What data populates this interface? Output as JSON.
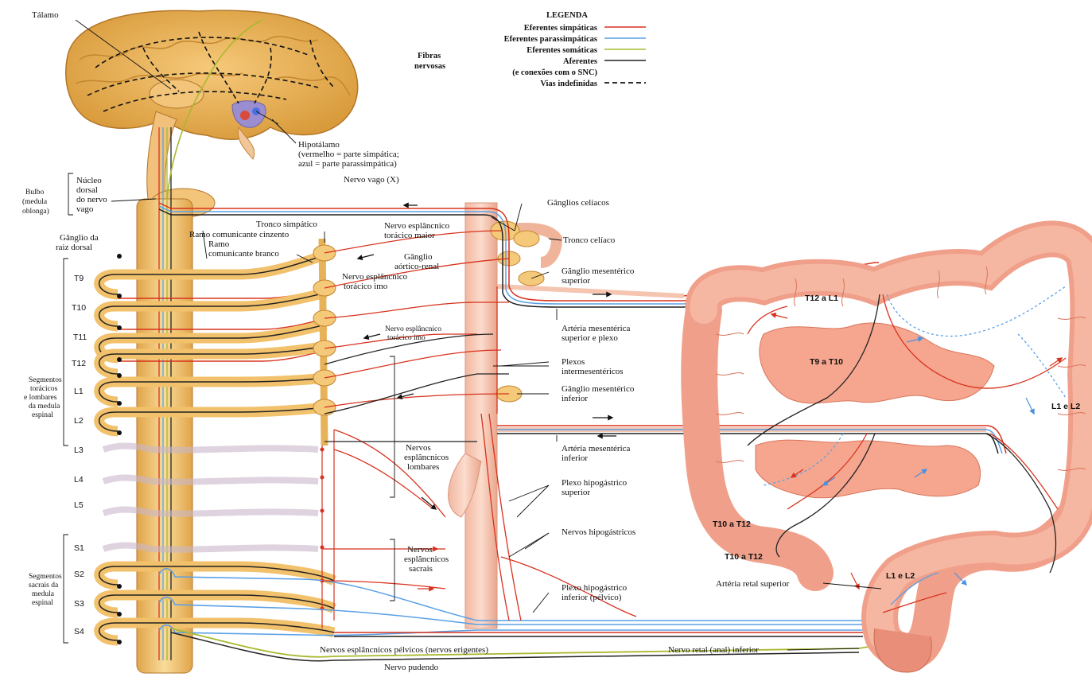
{
  "legend": {
    "title": "LEGENDA",
    "group_label_1": "Fibras",
    "group_label_2": "nervosas",
    "items": [
      {
        "label": "Eferentes simpáticas",
        "color": "#d8321e"
      },
      {
        "label": "Eferentes parassimpáticas",
        "color": "#5aa0e6"
      },
      {
        "label": "Eferentes somáticas",
        "color": "#a9b82e"
      },
      {
        "label": "Aferentes",
        "color": "#222222"
      },
      {
        "label": "(e conexões com o SNC)",
        "color": ""
      },
      {
        "label": "Vias indefinidas",
        "color": "#111111"
      }
    ]
  },
  "labels": {
    "talamo": "Tálamo",
    "hipotalamo_1": "Hipotálamo",
    "hipotalamo_2": "(vermelho = parte simpática;",
    "hipotalamo_3": "azul = parte parassimpática)",
    "nervo_vago": "Nervo vago (X)",
    "bulbo_1": "Bulbo",
    "bulbo_2": "(medula",
    "bulbo_3": "oblonga)",
    "nucleo_1": "Núcleo",
    "nucleo_2": "dorsal",
    "nucleo_3": "do nervo",
    "nucleo_4": "vago",
    "tronco_simpatico": "Tronco simpático",
    "esplancnico_maior_1": "Nervo esplâncnico",
    "esplancnico_maior_2": "torácico maior",
    "ganglios_celiacos": "Gânglios celíacos",
    "tronco_celiaco": "Tronco celíaco",
    "ganglio_raiz_1": "Gânglio da",
    "ganglio_raiz_2": "raiz dorsal",
    "ramo_cinzento": "Ramo comunicante cinzento",
    "ramo_branco_1": "Ramo",
    "ramo_branco_2": "comunicante branco",
    "ganglio_aortico_1": "Gânglio",
    "ganglio_aortico_2": "aórtico-renal",
    "esplancnico_imo_1": "Nervo esplâncnico",
    "esplancnico_imo_2": "torácico imo",
    "mesenterico_sup_1": "Gânglio mesentérico",
    "mesenterico_sup_2": "superior",
    "art_mes_sup_1": "Artéria mesentérica",
    "art_mes_sup_2": "superior e plexo",
    "esplancnico_imo_b_1": "Nervo esplâncnico",
    "esplancnico_imo_b_2": "torácico imo",
    "plexos_inter_1": "Plexos",
    "plexos_inter_2": "intermesentéricos",
    "mesenterico_inf_1": "Gânglio mesentérico",
    "mesenterico_inf_2": "inferior",
    "segmentos_tl_1": "Segmentos",
    "segmentos_tl_2": "torácicos",
    "segmentos_tl_3": "e lombares",
    "segmentos_tl_4": "da medula",
    "segmentos_tl_5": "espinal",
    "esplancnicos_lomb_1": "Nervos",
    "esplancnicos_lomb_2": "esplâncnicos",
    "esplancnicos_lomb_3": "lombares",
    "art_mes_inf_1": "Artéria mesentérica",
    "art_mes_inf_2": "inferior",
    "hipogastrico_sup_1": "Plexo hipogástrico",
    "hipogastrico_sup_2": "superior",
    "nervos_hipogastricos": "Nervos hipogástricos",
    "esplancnicos_sacrais_1": "Nervos",
    "esplancnicos_sacrais_2": "esplâncnicos",
    "esplancnicos_sacrais_3": "sacrais",
    "segmentos_sac_1": "Segmentos",
    "segmentos_sac_2": "sacrais da",
    "segmentos_sac_3": "medula",
    "segmentos_sac_4": "espinal",
    "hipogastrico_inf_1": "Plexo hipogástrico",
    "hipogastrico_inf_2": "inferior (pélvico)",
    "arteria_retal": "Artéria retal superior",
    "nervo_retal": "Nervo retal (anal) inferior",
    "esplancnicos_pelvicos": "Nervos esplâncnicos pélvicos (nervos erigentes)",
    "nervo_pudendo": "Nervo pudendo",
    "colon_t12_l1": "T12 a L1",
    "colon_t9_t10": "T9 a T10",
    "colon_l1_l2_a": "L1 e L2",
    "colon_t10_t12_a": "T10 a T12",
    "colon_t10_t12_b": "T10 a T12",
    "colon_l1_l2_b": "L1 e L2"
  },
  "segments": [
    "T9",
    "T10",
    "T11",
    "T12",
    "L1",
    "L2",
    "L3",
    "L4",
    "L5",
    "S1",
    "S2",
    "S3",
    "S4"
  ]
}
